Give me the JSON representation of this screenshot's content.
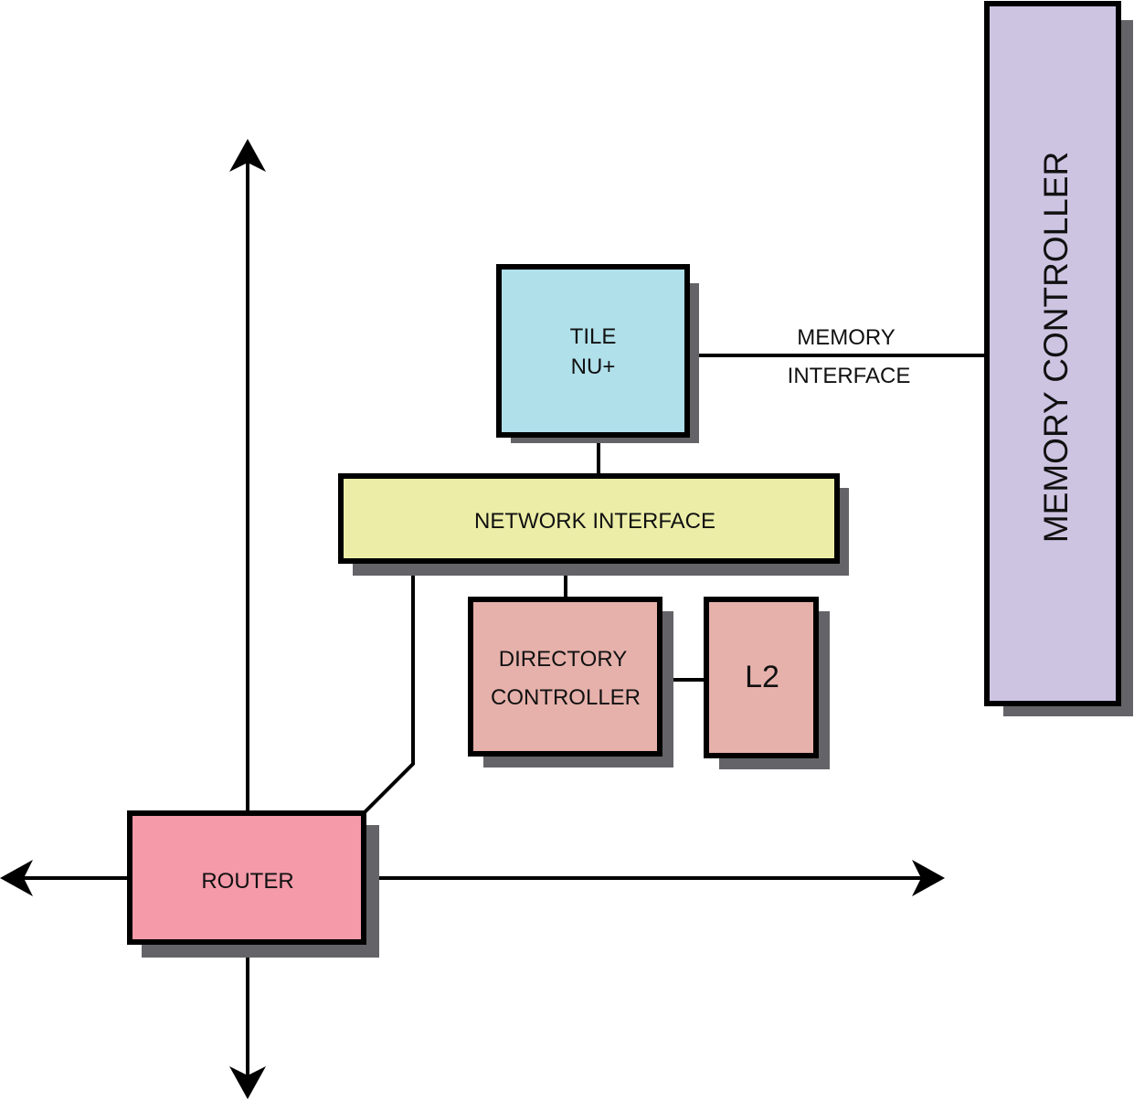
{
  "colors": {
    "tile": "#b0e0ea",
    "network_interface": "#eceea7",
    "directory_controller": "#e6b1ab",
    "l2": "#e6b1ab",
    "router": "#f49aa9",
    "memory_controller": "#cdc4e2",
    "shadow": "#646468",
    "stroke": "#000000"
  },
  "tile": {
    "line1": "TILE",
    "line2": "NU+"
  },
  "memory_interface": {
    "line1": "MEMORY",
    "line2": "INTERFACE"
  },
  "memory_controller": {
    "label": "MEMORY CONTROLLER"
  },
  "network_interface": {
    "label": "NETWORK INTERFACE"
  },
  "directory_controller": {
    "line1": "DIRECTORY",
    "line2": "CONTROLLER"
  },
  "l2": {
    "label": "L2"
  },
  "router": {
    "label": "ROUTER"
  }
}
